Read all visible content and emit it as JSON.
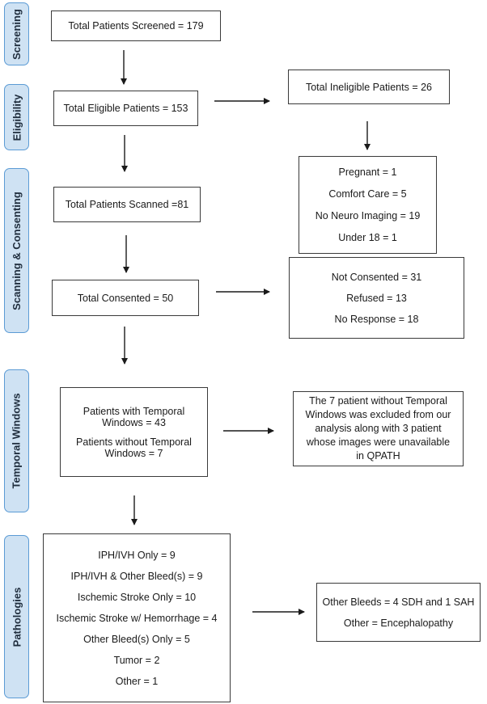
{
  "stages": {
    "screening": "Screening",
    "eligibility": "Eligibility",
    "scanning": "Scanning & Consenting",
    "temporal": "Temporal Windows",
    "pathologies": "Pathologies"
  },
  "boxes": {
    "screened": "Total Patients Screened = 179",
    "eligible": "Total Eligible Patients = 153",
    "ineligible": "Total Ineligible Patients = 26",
    "ineligible_reasons": [
      "Pregnant = 1",
      "Comfort Care = 5",
      "No Neuro Imaging = 19",
      "Under 18 = 1"
    ],
    "scanned": "Total Patients Scanned =81",
    "consented": "Total Consented = 50",
    "not_consented": [
      "Not Consented = 31",
      "Refused = 13",
      "No Response = 18"
    ],
    "temporal_with": "Patients with Temporal Windows = 43",
    "temporal_without": "Patients without Temporal Windows = 7",
    "excluded_note": "The 7 patient without Temporal Windows was excluded from our analysis along with 3 patient whose images were unavailable in QPATH",
    "pathologies": [
      "IPH/IVH Only = 9",
      "IPH/IVH & Other Bleed(s) = 9",
      "Ischemic Stroke Only = 10",
      "Ischemic Stroke w/ Hemorrhage = 4",
      "Other Bleed(s) Only = 5",
      "Tumor = 2",
      "Other = 1"
    ],
    "other_details": [
      "Other Bleeds = 4 SDH and 1 SAH",
      "Other = Encephalopathy"
    ]
  }
}
